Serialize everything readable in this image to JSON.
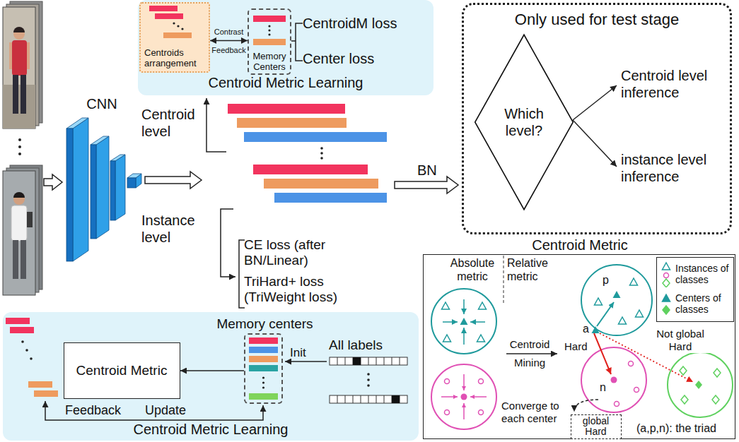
{
  "diagram": {
    "nodes": [
      {
        "text": [
          "Centroid Metric Learning"
        ]
      },
      {
        "text": [
          "Centroids arrangement"
        ],
        "in": 0
      },
      {
        "text": [
          "Memory Centers"
        ],
        "in": 0
      },
      {
        "text": [
          "CNN"
        ]
      },
      {
        "text": [
          "Only used for test stage"
        ]
      },
      {
        "text": [
          "Which level?"
        ],
        "in": 4
      },
      {
        "text": [
          "Centroid Metric Learning"
        ]
      },
      {
        "text": [
          "Centroid Metric"
        ],
        "in": 6
      },
      {
        "text": [
          "Memory centers"
        ],
        "in": 6
      },
      {
        "text": [
          "Centroid Metric"
        ]
      },
      {
        "text": [
          "global Hard"
        ],
        "in": 9
      }
    ],
    "edges": [
      {
        "from": 1,
        "to": 2,
        "arrow": "both",
        "label": "Contrast Feedback"
      },
      {
        "from": 8,
        "to": 7,
        "arrow": "to"
      }
    ],
    "labels": [
      "CentroidM loss",
      "Center loss",
      "Centroid level",
      "Instance level",
      "CE loss (after BN/Linear)",
      "TriHard+ loss (TriWeight loss)",
      "BN",
      "Centroid level inference",
      "instance level inference",
      "All labels",
      "Init",
      "Feedback",
      "Update",
      "Absolute metric",
      "Relative metric",
      "Centroid Mining",
      "Hard",
      "p",
      "a",
      "n",
      "Not global Hard",
      "Converge to each center",
      "(a,p,n): the triad"
    ],
    "legend": [
      {
        "text": "Instances of classes"
      },
      {
        "text": "Centers of classes"
      }
    ]
  }
}
